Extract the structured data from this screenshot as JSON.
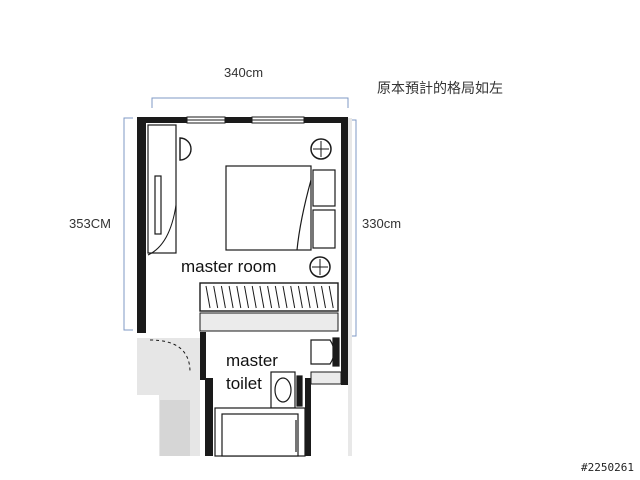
{
  "dimensions": {
    "width_top": "340cm",
    "height_left": "353CM",
    "height_right": "330cm"
  },
  "rooms": {
    "master_room": "master room",
    "master_toilet_line1": "master",
    "master_toilet_line2": "toilet"
  },
  "note": "原本預計的格局如左",
  "watermark": "#2250261",
  "colors": {
    "dimension_line": "#7f99c4",
    "wall": "#1a1a1a",
    "gray_fill": "#d0d0d0"
  }
}
